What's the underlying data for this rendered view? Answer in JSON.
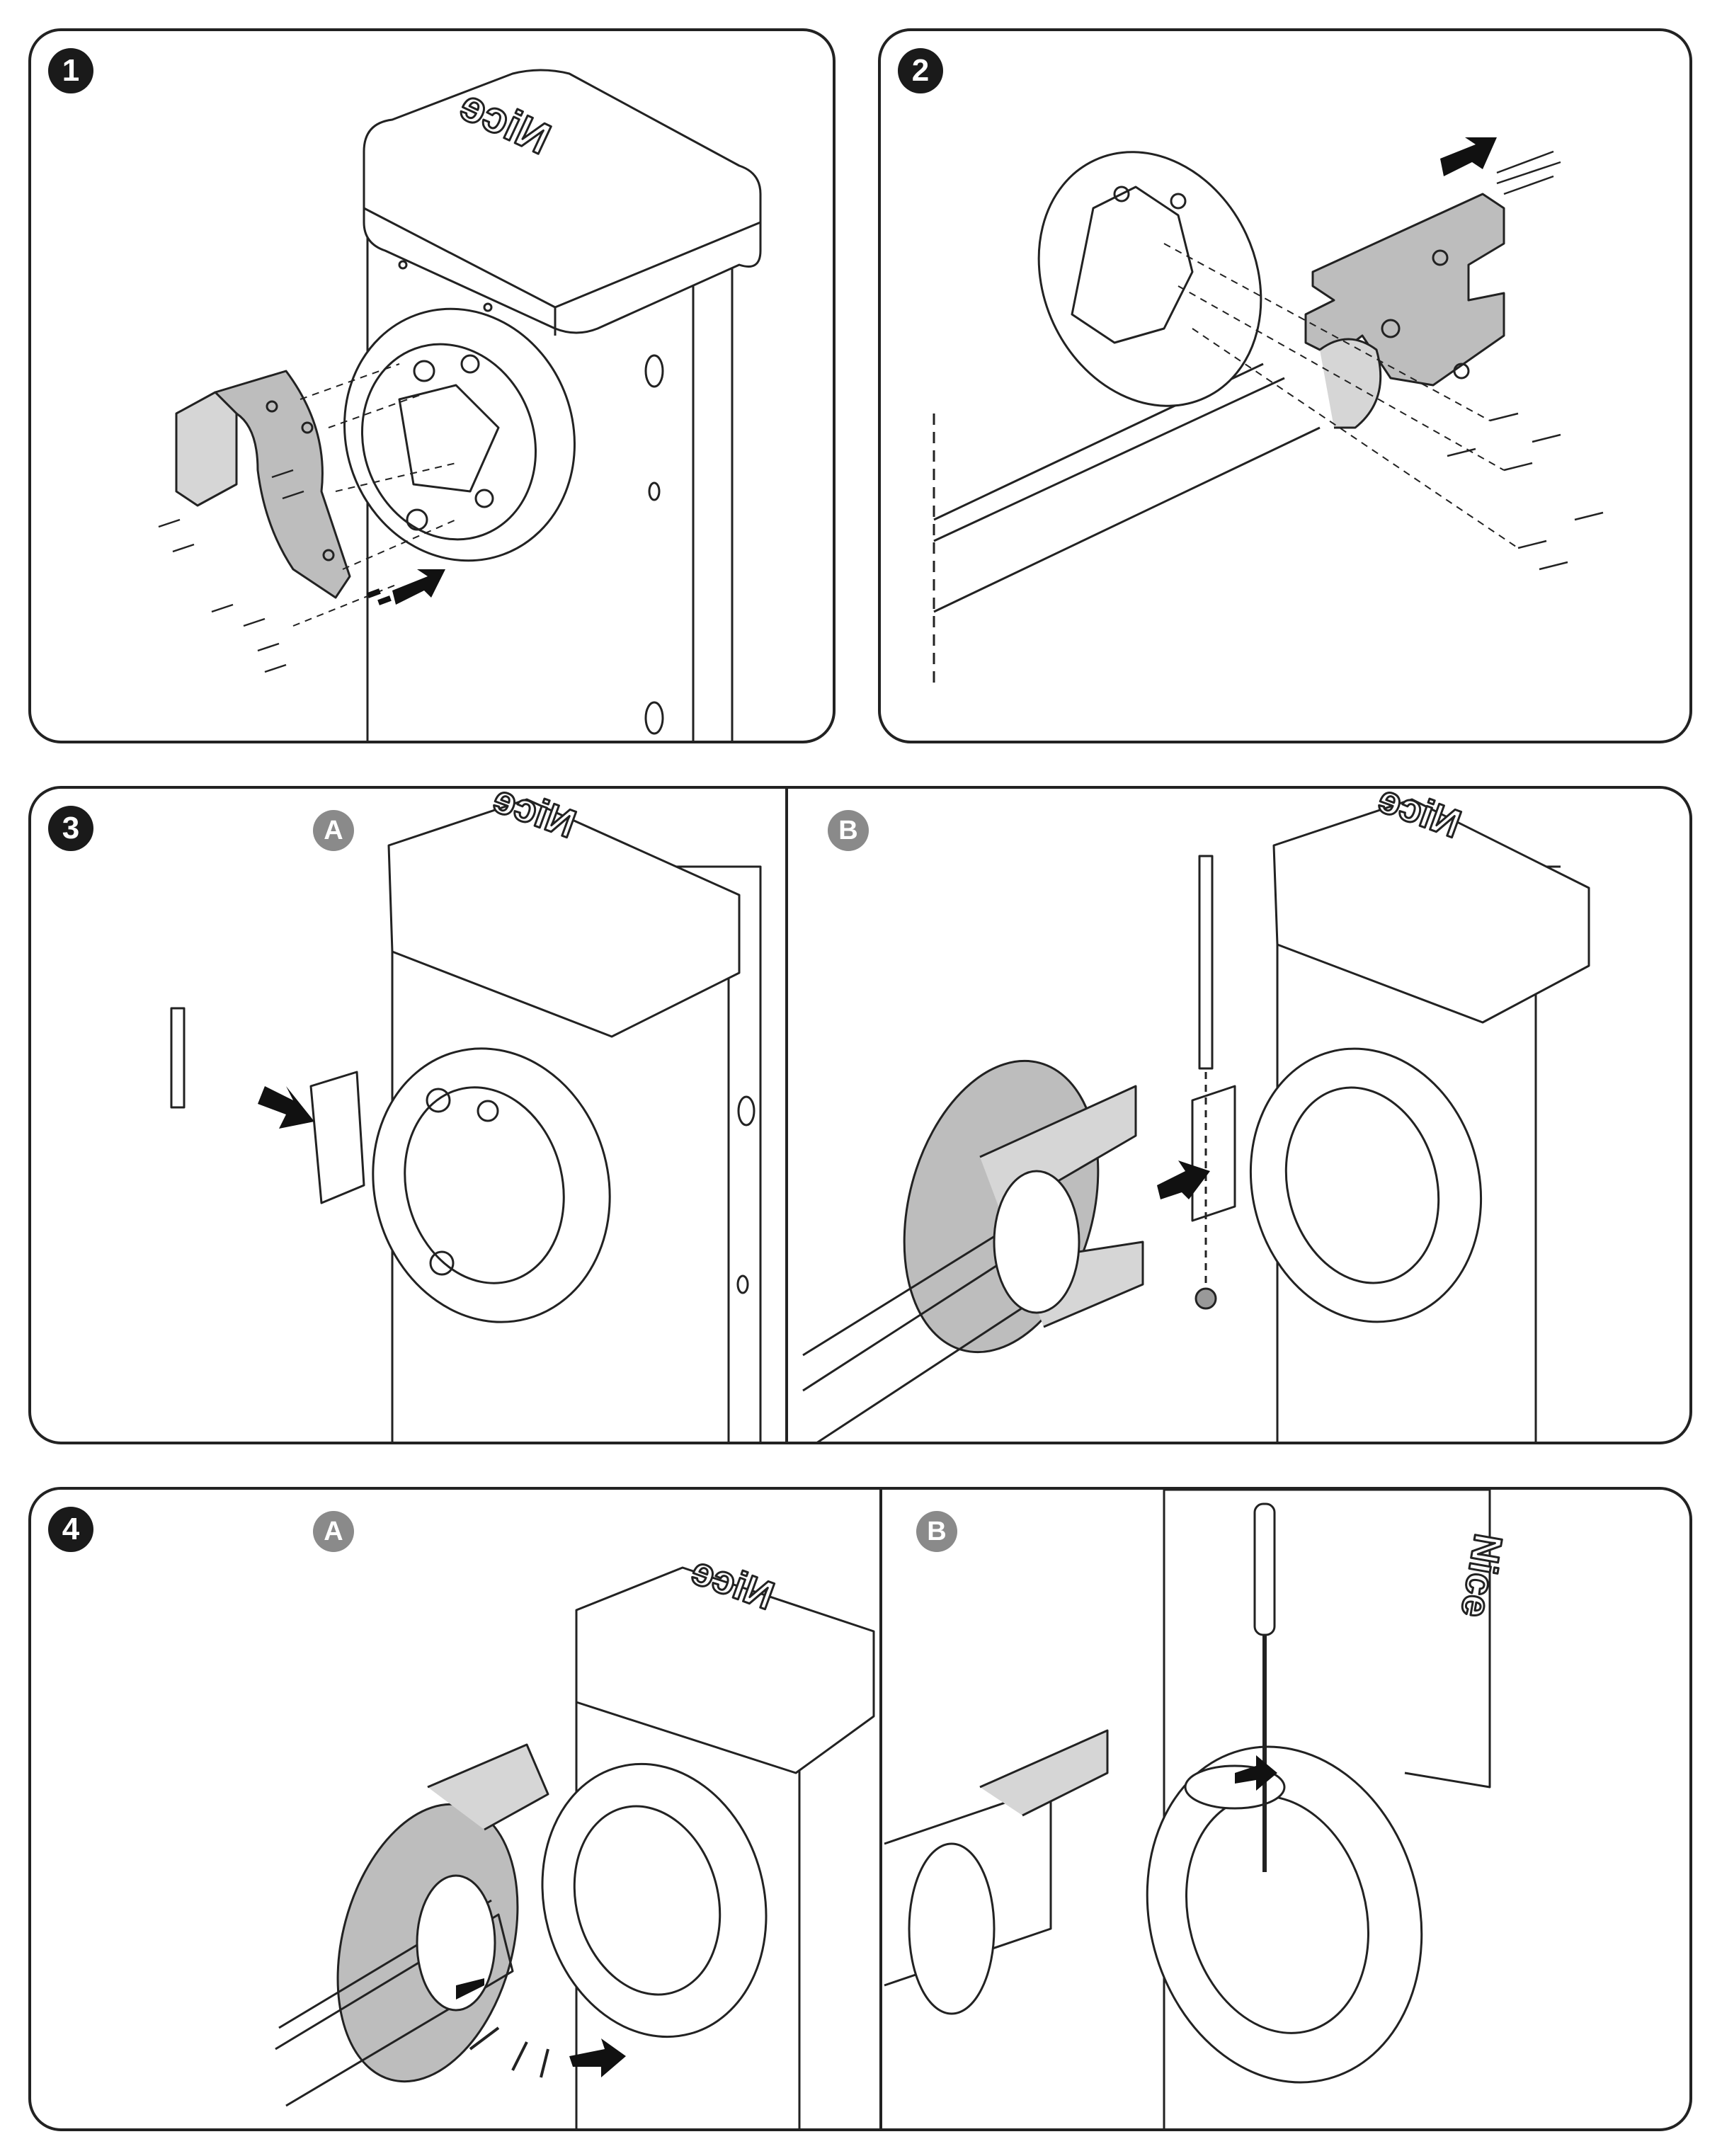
{
  "steps": [
    {
      "number": "1"
    },
    {
      "number": "2"
    },
    {
      "number": "3",
      "sub": [
        "A",
        "B"
      ]
    },
    {
      "number": "4",
      "sub": [
        "A",
        "B"
      ]
    }
  ],
  "brand_text": "Nice",
  "colors": {
    "line": "#222222",
    "plate": "#bdbdbd",
    "badge": "#1a1a1a",
    "sub_badge": "#8a8a8a"
  }
}
